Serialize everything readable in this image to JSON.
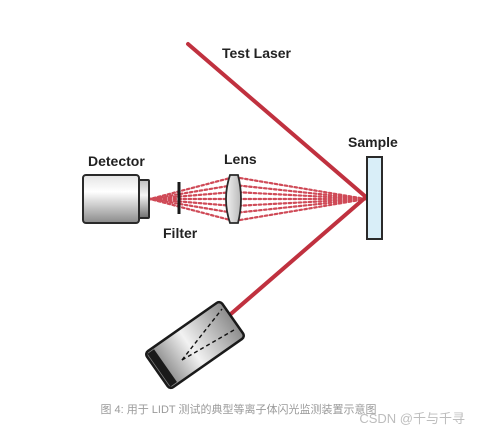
{
  "labels": {
    "test_laser": "Test Laser",
    "sample": "Sample",
    "detector": "Detector",
    "lens": "Lens",
    "filter": "Filter"
  },
  "caption": "图 4: 用于 LIDT 测试的典型等离子体闪光监测装置示意图",
  "watermark": "CSDN @千与千寻",
  "colors": {
    "laser": "#c0313f",
    "plasma": "#cf4a57",
    "sample_fill": "#d9eef8",
    "component_dark": "#2a2a2a"
  }
}
